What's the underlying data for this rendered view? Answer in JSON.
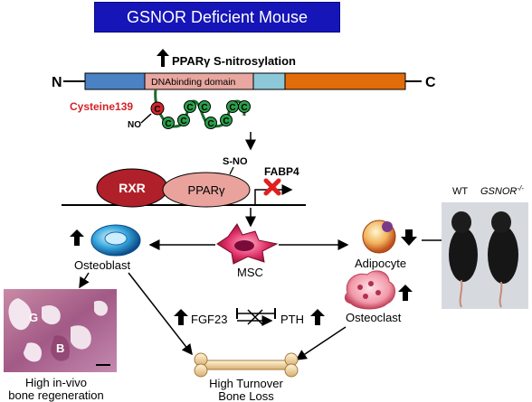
{
  "title": "GSNOR Deficient Mouse",
  "protein": {
    "n_label": "N",
    "c_label": "C",
    "domain_label": "DNAbinding domain",
    "s_nitrosylation": "PPARγ S-nitrosylation",
    "cysteine_label": "Cysteine139",
    "no_label": "NO",
    "zinc_letter": "C",
    "colors": {
      "seg_blue": "#4a82c4",
      "seg_pink": "#e8a7a0",
      "seg_lightblue": "#8cc8d8",
      "seg_orange": "#e36c0a",
      "zinc": "#2aa04a"
    }
  },
  "complex": {
    "sno_label": "S-NO",
    "rxr_label": "RXR",
    "ppar_label": "PPARγ",
    "fabp4_label": "FABP4",
    "colors": {
      "rxr": "#b0202a",
      "ppar": "#e9a39c",
      "block": "#e02020"
    }
  },
  "cells": {
    "msc": "MSC",
    "osteoblast": "Osteoblast",
    "adipocyte": "Adipocyte",
    "osteoclast": "Osteoclast"
  },
  "hormones": {
    "fgf23": "FGF23",
    "pth": "PTH"
  },
  "outcomes": {
    "bone_loss_line1": "High Turnover",
    "bone_loss_line2": "Bone Loss",
    "regeneration_line1": "High in-vivo",
    "regeneration_line2": "bone regeneration"
  },
  "histology": {
    "g_label": "G",
    "b_label": "B"
  },
  "mice": {
    "wt_label": "WT",
    "ko_label": "GSNOR",
    "ko_superscript": "-/-"
  }
}
